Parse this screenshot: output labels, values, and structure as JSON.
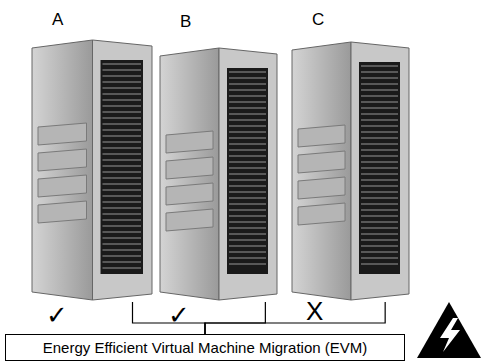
{
  "diagram": {
    "nodes": [
      {
        "text": [
          "A"
        ]
      },
      {
        "text": [
          "B"
        ]
      },
      {
        "text": [
          "C"
        ]
      },
      {
        "text": [
          "Energy Efficient Virtual Machine Migration (EVM)"
        ]
      }
    ],
    "edges": [
      {
        "from": 0,
        "to": 3,
        "arrow": "none"
      },
      {
        "from": 1,
        "to": 3,
        "arrow": "none"
      },
      {
        "from": 2,
        "to": 3,
        "arrow": "none"
      }
    ],
    "labels": [
      "✓",
      "✓",
      "X"
    ]
  }
}
